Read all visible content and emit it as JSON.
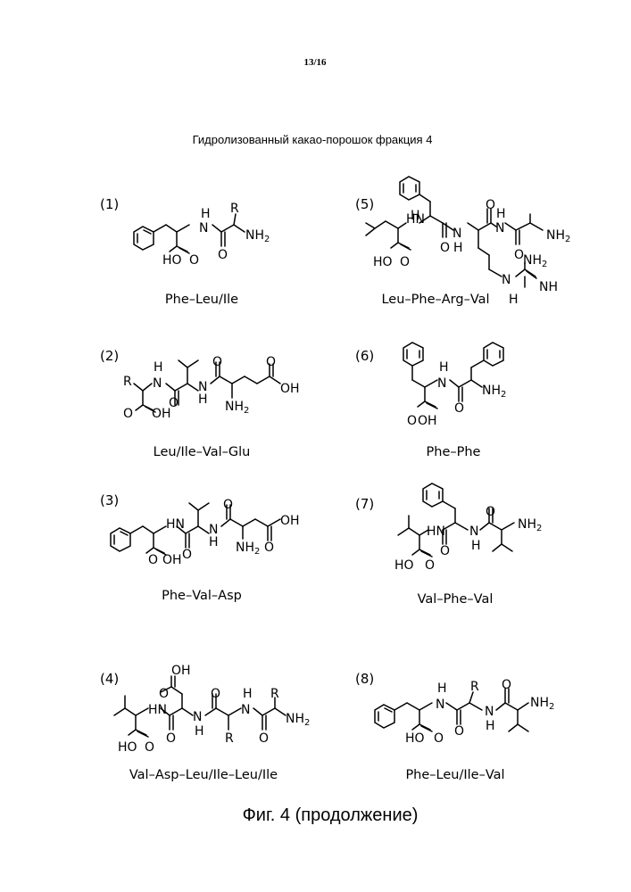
{
  "page": {
    "page_number": "13/16",
    "heading": "Гидролизованный какао-порошок фракция 4",
    "figure_caption": "Фиг. 4 (продолжение)"
  },
  "compounds": [
    {
      "number": "(1)",
      "name": "Phe–Leu/Ile"
    },
    {
      "number": "(2)",
      "name": "Leu/Ile–Val–Glu"
    },
    {
      "number": "(3)",
      "name": "Phe–Val–Asp"
    },
    {
      "number": "(4)",
      "name": "Val–Asp–Leu/Ile–Leu/Ile"
    },
    {
      "number": "(5)",
      "name": "Leu–Phe–Arg–Val"
    },
    {
      "number": "(6)",
      "name": "Phe–Phe"
    },
    {
      "number": "(7)",
      "name": "Val–Phe–Val"
    },
    {
      "number": "(8)",
      "name": "Phe–Leu/Ile–Val"
    }
  ],
  "atom_labels": {
    "H": "H",
    "N": "N",
    "NH": "NH",
    "HN": "HN",
    "O": "O",
    "OH": "OH",
    "HO": "HO",
    "R": "R",
    "NH2": "NH",
    "sub2": "2"
  }
}
